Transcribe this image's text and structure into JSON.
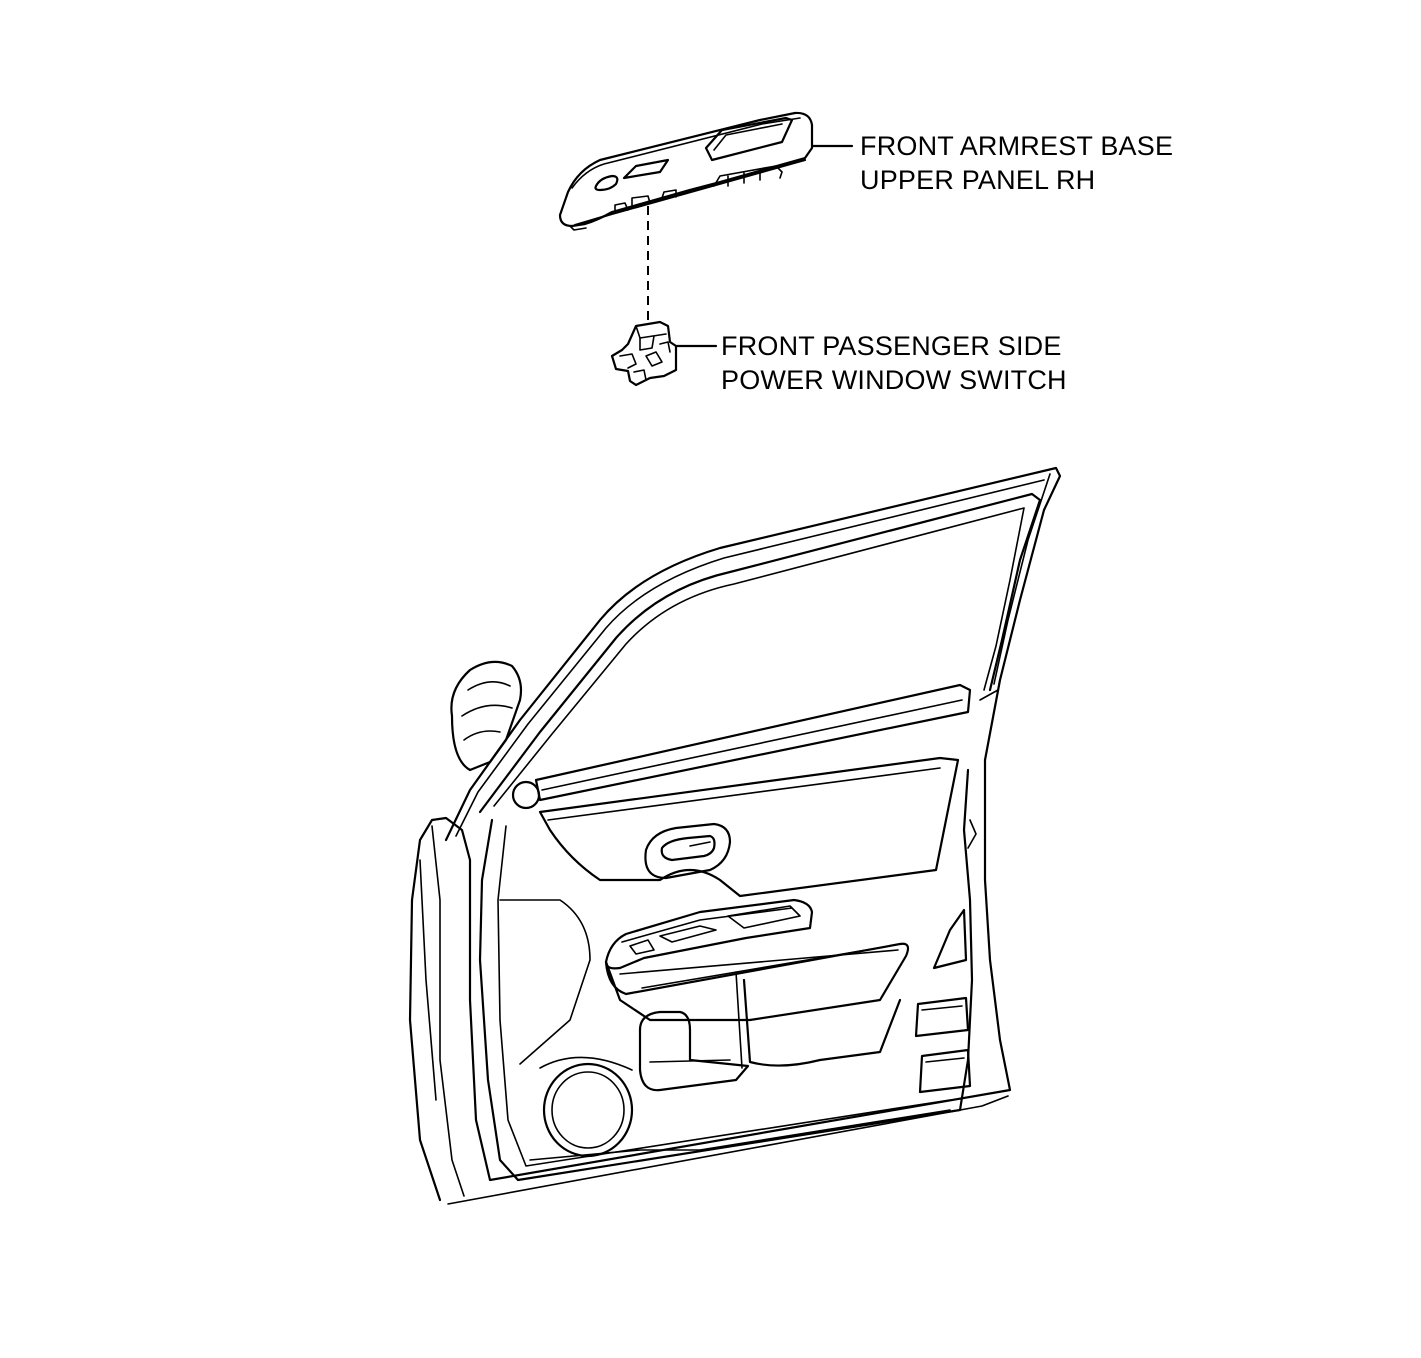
{
  "diagram": {
    "callouts": [
      {
        "id": "armrest",
        "lines": [
          "FRONT ARMREST BASE",
          "UPPER PANEL RH"
        ]
      },
      {
        "id": "switch",
        "lines": [
          "FRONT PASSENGER SIDE",
          "POWER WINDOW SWITCH"
        ]
      }
    ],
    "colors": {
      "line": "#000000",
      "background": "#ffffff"
    }
  }
}
